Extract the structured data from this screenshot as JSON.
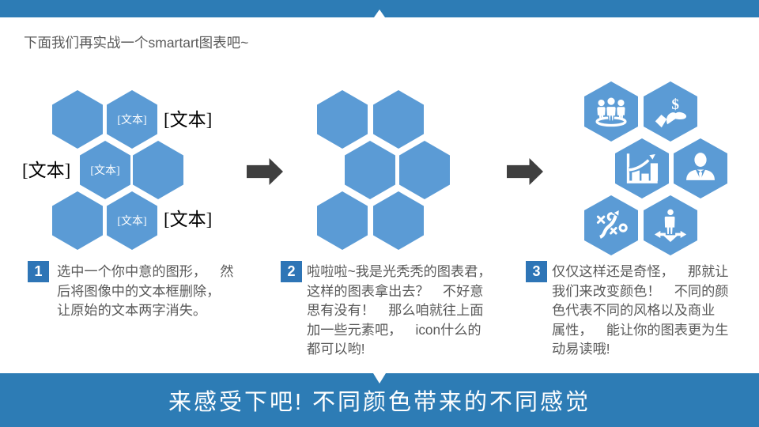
{
  "slide": {
    "title": "下面我们再实战一个smartart图表吧~",
    "banner": "来感受下吧! 不同颜色带来的不同感觉"
  },
  "labels": {
    "hex_placeholder": "[文本]",
    "outer_placeholder": "[文本]",
    "dollar_glyph": "$"
  },
  "clusters": {
    "left": {
      "hex_count": 6,
      "labeled_hexes": [
        "top-right",
        "middle-left",
        "bottom-right"
      ],
      "outer_labels": [
        "right-of-top-right",
        "left-of-middle-left",
        "right-of-bottom-right"
      ]
    },
    "middle": {
      "hex_count": 6,
      "labeled_hexes": []
    },
    "right": {
      "hex_count": 6,
      "icons": [
        "people-group",
        "hand-with-dollar",
        "growth-bar-chart",
        "businessperson",
        "strategy-xo",
        "person-direction-arrows"
      ]
    }
  },
  "steps": [
    {
      "num": "1",
      "text": "选中一个你中意的图形，　然\n后将图像中的文本框删除，\n让原始的文本两字消失。"
    },
    {
      "num": "2",
      "text": "啦啦啦~我是光秃秃的图表君，\n这样的图表拿出去？　不好意\n思有没有！　那么咱就往上面\n加一些元素吧，　icon什么的\n都可以哟!"
    },
    {
      "num": "3",
      "text": "仅仅这样还是奇怪，　那就让\n我们来改变颜色！　不同的颜\n色代表不同的风格以及商业\n属性，　能让你的图表更为生\n动易读哦!"
    }
  ],
  "colors": {
    "bar_blue": "#2d7cb5",
    "hex_blue": "#5b9bd5",
    "step_blue": "#2e75b6",
    "arrow_gray": "#3f3f3f",
    "text_gray": "#595959"
  }
}
